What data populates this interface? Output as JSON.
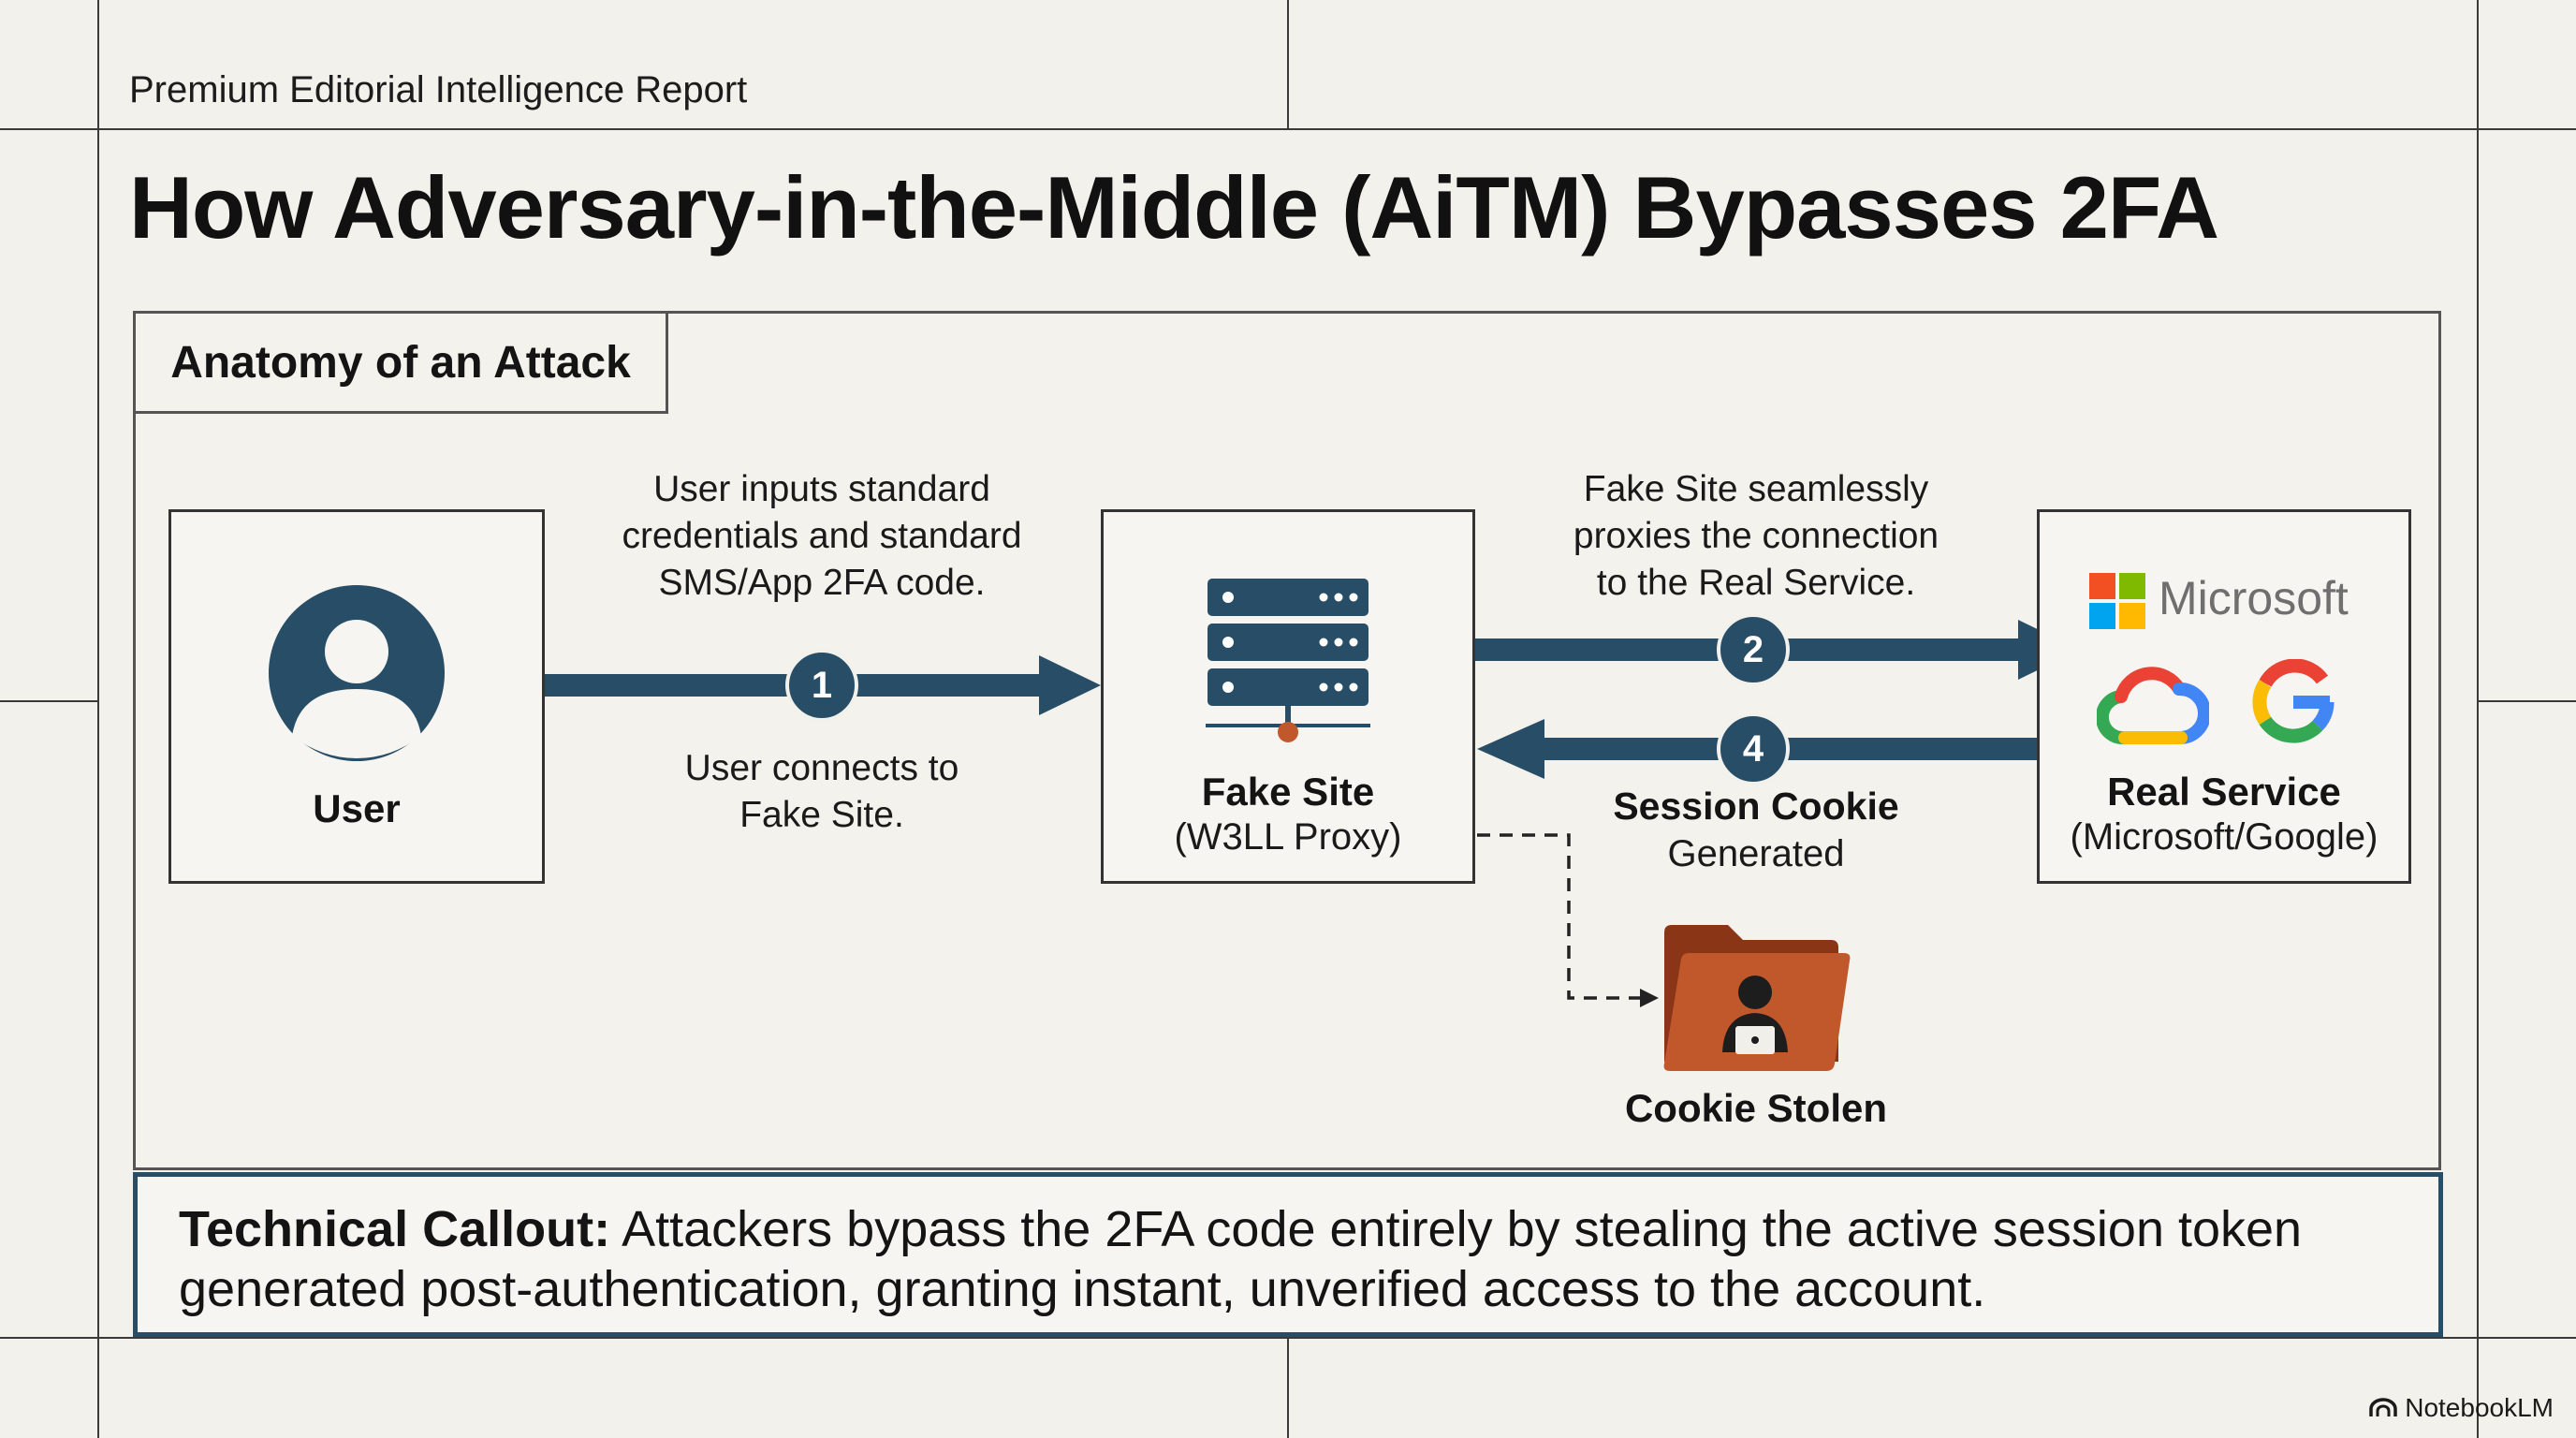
{
  "header": {
    "report_label": "Premium Editorial Intelligence Report",
    "title": "How Adversary-in-the-Middle (AiTM) Bypasses 2FA"
  },
  "diagram": {
    "section_label": "Anatomy of an Attack",
    "nodes": {
      "user": {
        "label": "User",
        "icon": "user-avatar-icon"
      },
      "fake_site": {
        "label": "Fake Site",
        "sublabel": "(W3LL Proxy)",
        "icon": "server-icon"
      },
      "real_service": {
        "brand": "Microsoft",
        "label": "Real Service",
        "sublabel": "(Microsoft/Google)",
        "icons": [
          "microsoft-logo-icon",
          "google-cloud-icon",
          "google-g-icon"
        ]
      },
      "stolen": {
        "label": "Cookie Stolen",
        "icon": "hacker-folder-icon"
      }
    },
    "steps": [
      {
        "number": "1",
        "above_lines": [
          "User inputs standard",
          "credentials and standard",
          "SMS/App 2FA code."
        ],
        "below_lines": [
          "User connects to",
          "Fake Site."
        ]
      },
      {
        "number": "2",
        "above_lines": [
          "Fake Site seamlessly",
          "proxies the connection",
          "to the Real Service."
        ]
      },
      {
        "number": "4",
        "below_title": "Session Cookie",
        "below_sub": "Generated"
      }
    ]
  },
  "callout": {
    "label": "Technical Callout:",
    "text": " Attackers bypass the 2FA code entirely by stealing the active session token generated post-authentication, granting instant, unverified access to the account."
  },
  "watermark": {
    "text": "NotebookLM"
  },
  "colors": {
    "arrow": "#284d66",
    "folder": "#c0582b",
    "background": "#f3f1ec",
    "microsoft": [
      "#f25022",
      "#7fba00",
      "#00a4ef",
      "#ffb900"
    ]
  }
}
